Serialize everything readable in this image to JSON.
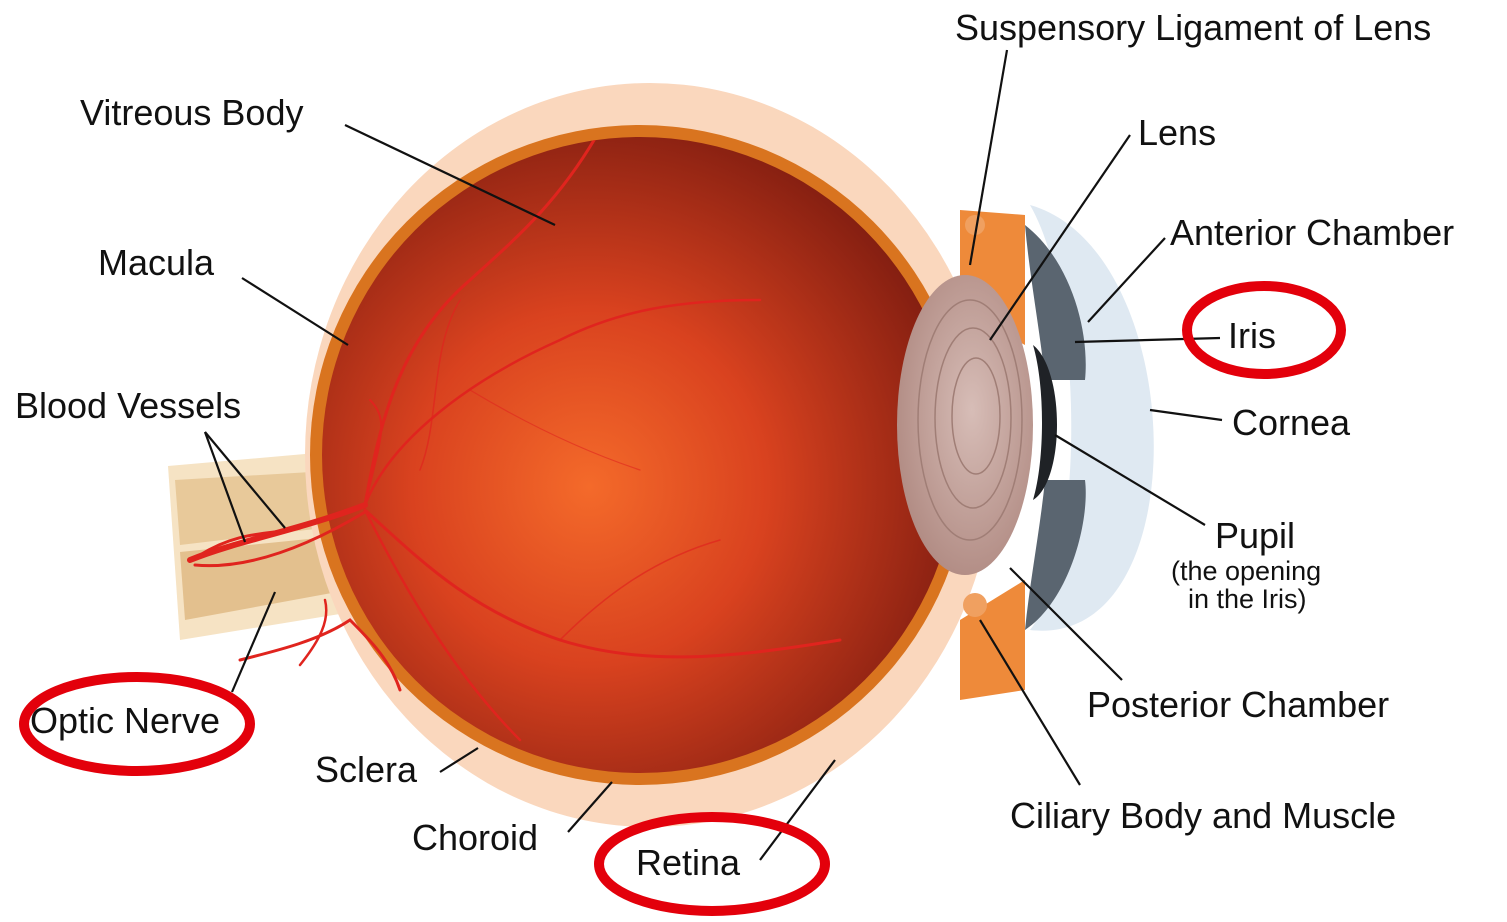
{
  "labels": {
    "suspensory_ligament": "Suspensory Ligament of Lens",
    "vitreous_body": "Vitreous Body",
    "lens": "Lens",
    "anterior_chamber": "Anterior Chamber",
    "macula": "Macula",
    "iris": "Iris",
    "blood_vessels": "Blood Vessels",
    "cornea": "Cornea",
    "pupil": "Pupil",
    "pupil_note_1": "(the opening",
    "pupil_note_2": "in the Iris)",
    "posterior_chamber": "Posterior Chamber",
    "optic_nerve": "Optic Nerve",
    "sclera": "Sclera",
    "ciliary_body": "Ciliary Body and Muscle",
    "choroid": "Choroid",
    "retina": "Retina"
  },
  "highlighted": [
    "optic_nerve",
    "retina",
    "iris"
  ],
  "colors": {
    "highlight": "#e3000b",
    "sclera": "#fad7bd",
    "choroid": "#d9741f",
    "vitreous": "#b8311a",
    "vessels": "#e0241e",
    "nerve": "#e6c79a",
    "cornea": "#dfe9f2",
    "iris": "#5a6570",
    "lens": "#c8a9a2"
  }
}
